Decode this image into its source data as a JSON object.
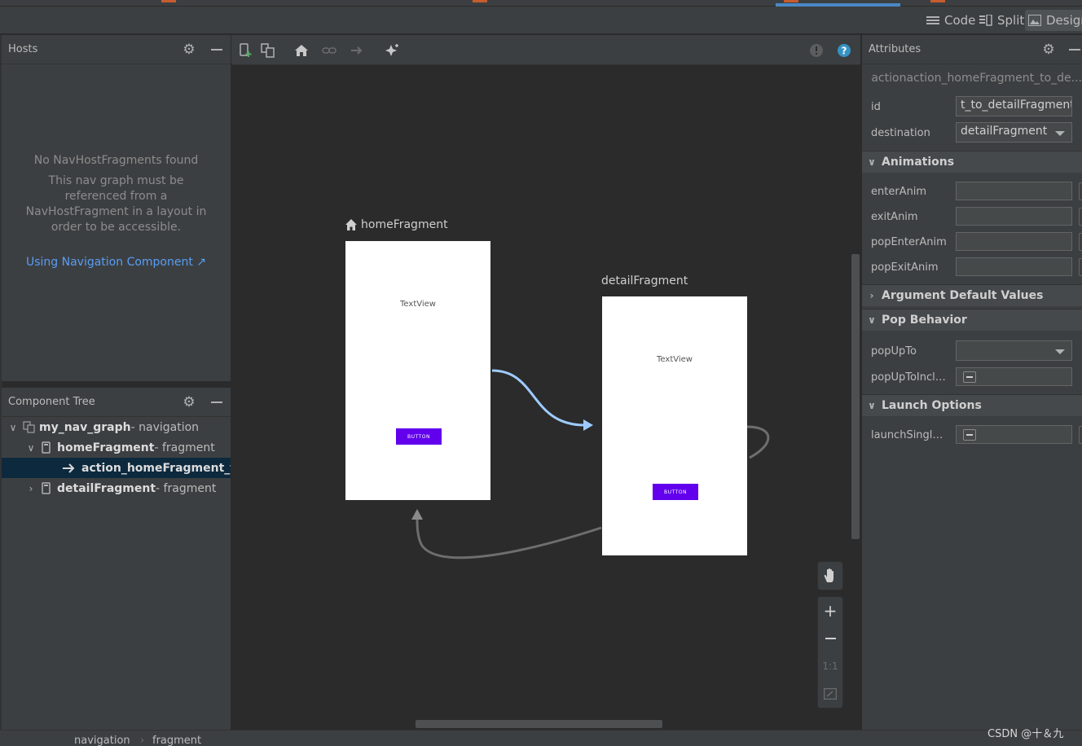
{
  "view_modes": [
    {
      "label": "Code",
      "icon": "code-view-icon",
      "active": false
    },
    {
      "label": "Split",
      "icon": "split-view-icon",
      "active": false
    },
    {
      "label": "Design",
      "icon": "design-view-icon",
      "active": true
    }
  ],
  "hosts": {
    "title": "Hosts",
    "empty_title": "No NavHostFragments found",
    "empty_body": [
      "This nav graph must be",
      "referenced from a",
      "NavHostFragment in a layout in",
      "order to be accessible."
    ],
    "link": "Using Navigation Component ↗"
  },
  "component_tree": {
    "title": "Component Tree",
    "items": [
      {
        "name": "my_nav_graph",
        "type": " - navigation",
        "chevron": "∨",
        "icon": "navigation-graph-icon"
      },
      {
        "name": "homeFragment",
        "type": " - fragment",
        "chevron": "∨",
        "icon": "fragment-icon"
      },
      {
        "name": "action_homeFragment_to_",
        "type": "",
        "chevron": "",
        "icon": "action-arrow-icon",
        "selected": true
      },
      {
        "name": "detailFragment",
        "type": " - fragment",
        "chevron": "›",
        "icon": "fragment-icon"
      }
    ]
  },
  "canvas": {
    "home": {
      "label": "homeFragment",
      "textview": "TextView",
      "button": "BUTTON",
      "start_destination": true
    },
    "detail": {
      "label": "detailFragment",
      "textview": "TextView",
      "button": "BUTTON"
    },
    "zoom": {
      "fit_label": "1:1"
    }
  },
  "attributes": {
    "title": "Attributes",
    "selection": "actionaction_homeFragment_to_de...",
    "id_label": "id",
    "id_value": "t_to_detailFragment",
    "destination_label": "destination",
    "destination_value": "detailFragment",
    "sections": {
      "animations": "Animations",
      "argument_defaults": "Argument Default Values",
      "pop_behavior": "Pop Behavior",
      "launch_options": "Launch Options"
    },
    "anim_fields": [
      "enterAnim",
      "exitAnim",
      "popEnterAnim",
      "popExitAnim"
    ],
    "pop_up_to_label": "popUpTo",
    "pop_up_to_inclusive_label": "popUpToInclu...",
    "launch_single_top_label": "launchSingleTop"
  },
  "breadcrumb": [
    "navigation",
    "fragment"
  ],
  "watermark": "CSDN @十＆九",
  "colors": {
    "accent_blue": "#4a88c7",
    "button_purple": "#6200ee",
    "action_selected": "#9ecbff",
    "link_blue": "#589df6"
  }
}
